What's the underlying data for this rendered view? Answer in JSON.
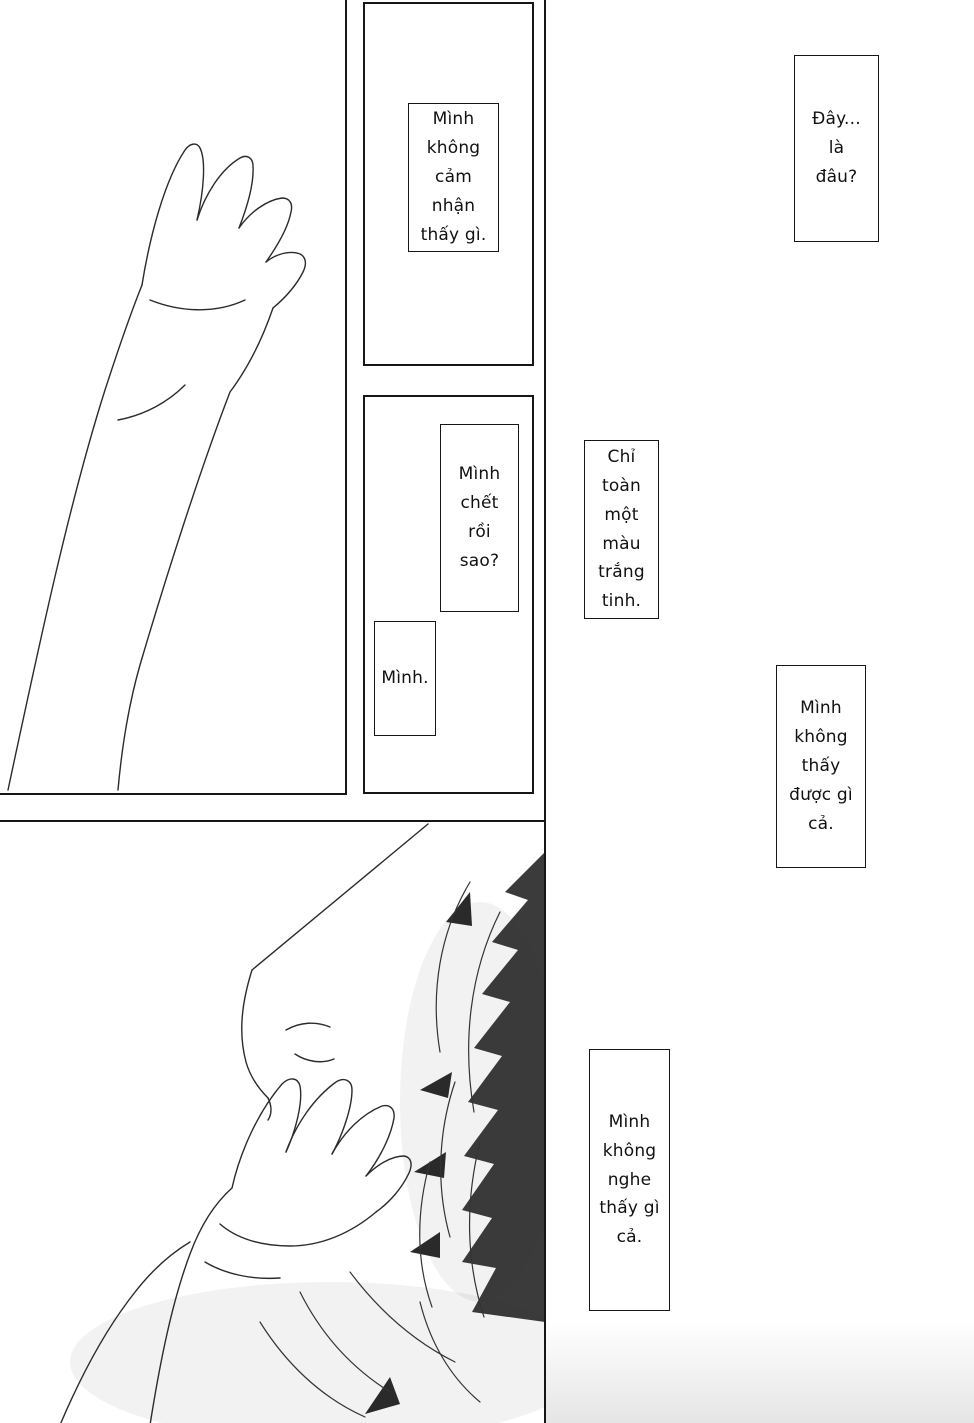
{
  "page": {
    "background": "#ffffff",
    "ink": "#161616",
    "type": "manga-page"
  },
  "bubbles": {
    "cant_feel": {
      "lines": [
        "Mình",
        "không",
        "cảm",
        "nhận",
        "thấy gì."
      ]
    },
    "where": {
      "lines": [
        "Đây...",
        "là",
        "đâu?"
      ]
    },
    "dead": {
      "lines": [
        "Mình",
        "chết",
        "rồi",
        "sao?"
      ]
    },
    "only_white": {
      "lines": [
        "Chỉ",
        "toàn",
        "một",
        "màu",
        "trắng",
        "tinh."
      ]
    },
    "minh": {
      "lines": [
        "Mình."
      ]
    },
    "cant_see": {
      "lines": [
        "Mình",
        "không",
        "thấy",
        "được gì",
        "cả."
      ]
    },
    "cant_hear": {
      "lines": [
        "Mình",
        "không",
        "nghe",
        "thấy gì",
        "cả."
      ]
    }
  }
}
